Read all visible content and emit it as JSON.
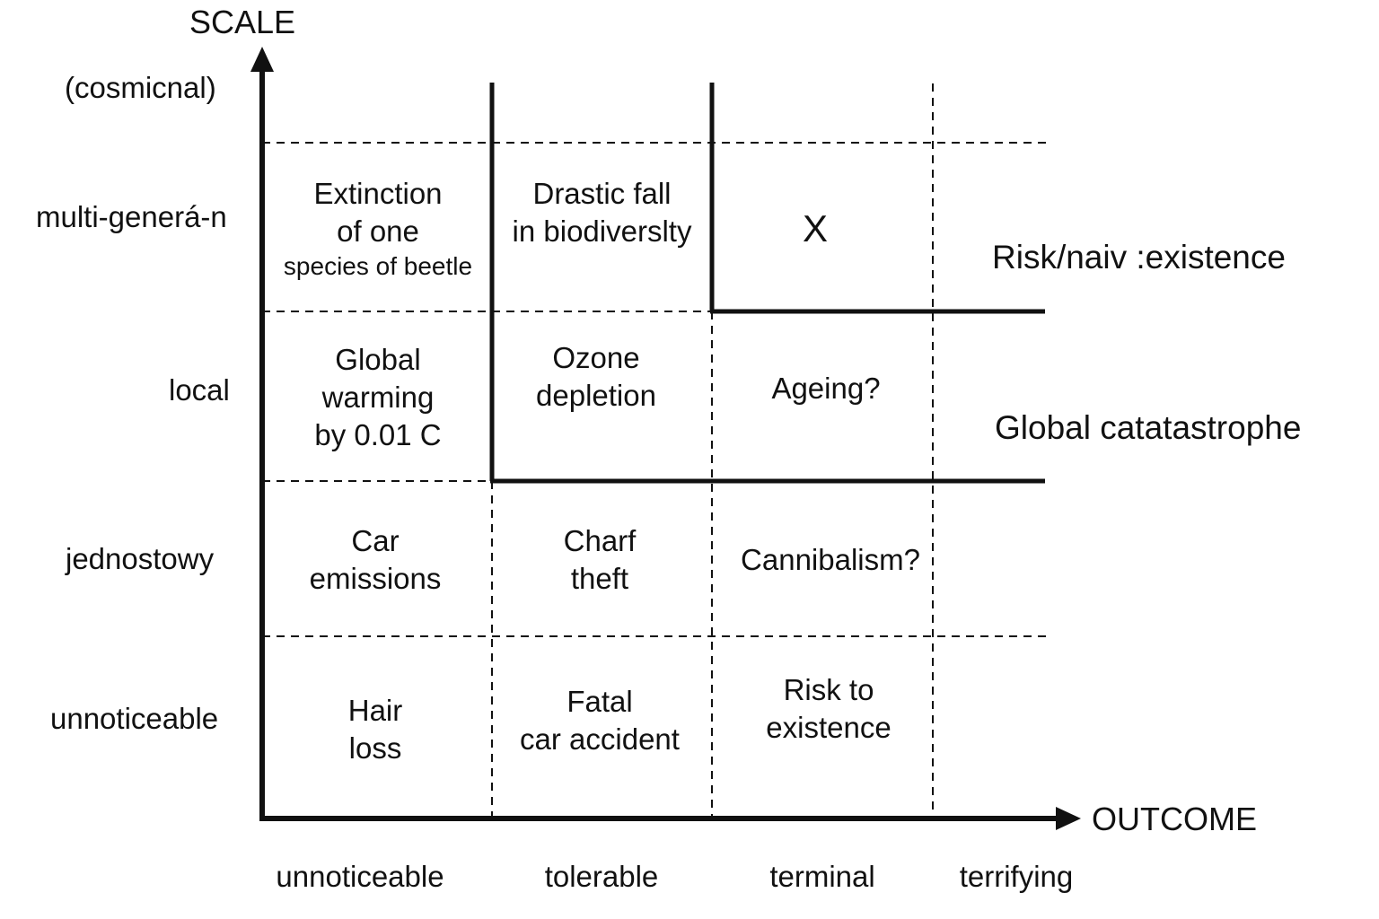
{
  "axes": {
    "y_title": "SCALE",
    "x_title": "OUTCOME"
  },
  "rows": [
    "(cosmicnal)",
    "multi-generá-n",
    "local",
    "jednostowy",
    "unnoticeable"
  ],
  "columns": [
    "unnoticeable",
    "tolerable",
    "terminal",
    "terrifying"
  ],
  "cells": {
    "multi_unnoticeable": [
      "Extinction",
      "of one",
      "species of beetle"
    ],
    "multi_tolerable": [
      "Drastic fall",
      "in biodiverslty"
    ],
    "multi_terminal": [
      "X"
    ],
    "local_unnoticeable": [
      "Global",
      "warming",
      "by 0.01 C"
    ],
    "local_tolerable": [
      "Ozone",
      "depletion"
    ],
    "local_terminal": [
      "Ageing?"
    ],
    "jedno_unnoticeable": [
      "Car",
      "emissions"
    ],
    "jedno_tolerable": [
      "Charf",
      "theft"
    ],
    "jedno_terminal": [
      "Cannibalism?"
    ],
    "unnot_unnoticeable": [
      "Hair",
      "loss"
    ],
    "unnot_tolerable": [
      "Fatal",
      "car accident"
    ],
    "unnot_terminal": [
      "Risk to",
      "existence"
    ]
  },
  "regions": {
    "existential": "Risk/naiv :existence",
    "global": "Global catatastrophe"
  },
  "colors": {
    "ink": "#111111",
    "background": "#ffffff"
  }
}
